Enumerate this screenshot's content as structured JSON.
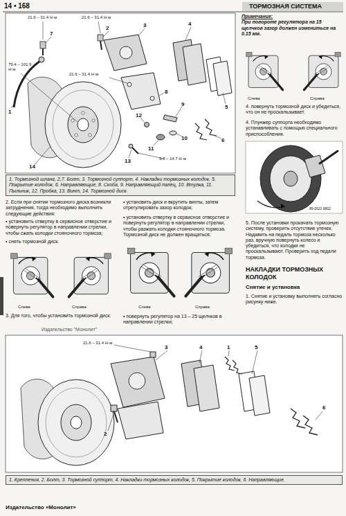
{
  "diagram": {
    "title": "ТОРМОЗНАЯ СИСТЕМА",
    "nodes": [
      {
        "text": [
          "1. Тормозной шланг, 2,7. Болт, 3. Тормозной суппорт, 4. Накладки тормозных колодок, 5. Покрытие колодок, 6. Направляющие, 8. Скоба, 9. Направляющий палец, 10. Втулка, 11. Пыльник, 12. Пробка, 13. Винт, 14. Тормозной диск."
        ]
      },
      {
        "text": [
          "Примечание:",
          "При повороте регулятора на 15 щелчков зазор должен измениться на 0.15 мм."
        ]
      },
      {
        "text": [
          "1. Крепления, 2. Болт, 3. Тормозной суппорт, 4. Накладки тормозных колодок, 5. Покрытие колодок, 6. Направляющие."
        ]
      }
    ],
    "labels": [
      "14 • 168",
      "21.6 – 31.4 Н·м",
      "21.6 – 31.4 Н·м",
      "79.4 – 101.9 Н·м",
      "21.6 – 31.4 Н·м",
      "9.8 – 14.7 Н·м",
      "1",
      "2",
      "3",
      "4",
      "5",
      "6",
      "7",
      "8",
      "9",
      "10",
      "11",
      "12",
      "13",
      "14",
      "Слева",
      "Справа",
      "4. повернуть тормозной диск и убедиться, что он не проскальзывает.",
      "4. Плунжер суппорта необходимо устанавливать с помощью специального приспособления.",
      "89-0021 6802",
      "5. После установки прокачать тормозную систему, проверить отсутствие утечек. Надавить на педаль тормоза несколько раз, вручную повернуть колесо и убедиться, что колодки не проскальзывают. Проверить ход педали тормоза.",
      "НАКЛАДКИ ТОРМОЗНЫХ КОЛОДОК",
      "Снятие и установка",
      "1. Снятие и установку выполнять согласно рисунку ниже.",
      "2. Если при снятии тормозного диска возникли затруднения, тогда необходимо выполнить следующие действия:",
      "• установить отвертку в сервисное отверстие и повернуть регулятор в направлении стрелки, чтобы сжать колодки стояночного тормоза;",
      "• снять тормозной диск.",
      "Слева",
      "Справа",
      "3. Для того, чтобы установить тормозной диск:",
      "Издательство \"Монолит\"",
      "• установить диск и вкрутить винты, затем отрегулировать зазор колодок;",
      "• установить отвертку в сервисное отверстие и повернуть регулятор в направлении стрелки, чтобы разжать колодки стояночного тормоза. Тормозной диск не должен вращаться;",
      "Слева",
      "Справа",
      "• повернуть регулятор на 13 – 25 щелчков в направлении стрелки;",
      "21.6 – 31.4 Н·м",
      "1",
      "2",
      "3",
      "4",
      "5",
      "6",
      "Издательство «Монолит»"
    ]
  }
}
